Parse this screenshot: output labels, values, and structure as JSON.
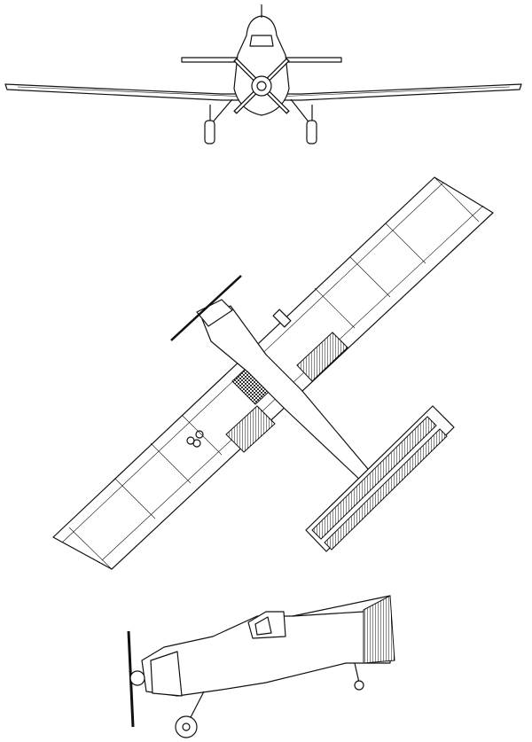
{
  "drawing": {
    "views": [
      "front",
      "top",
      "side"
    ],
    "line_color": "#111111",
    "background_color": "#ffffff"
  }
}
